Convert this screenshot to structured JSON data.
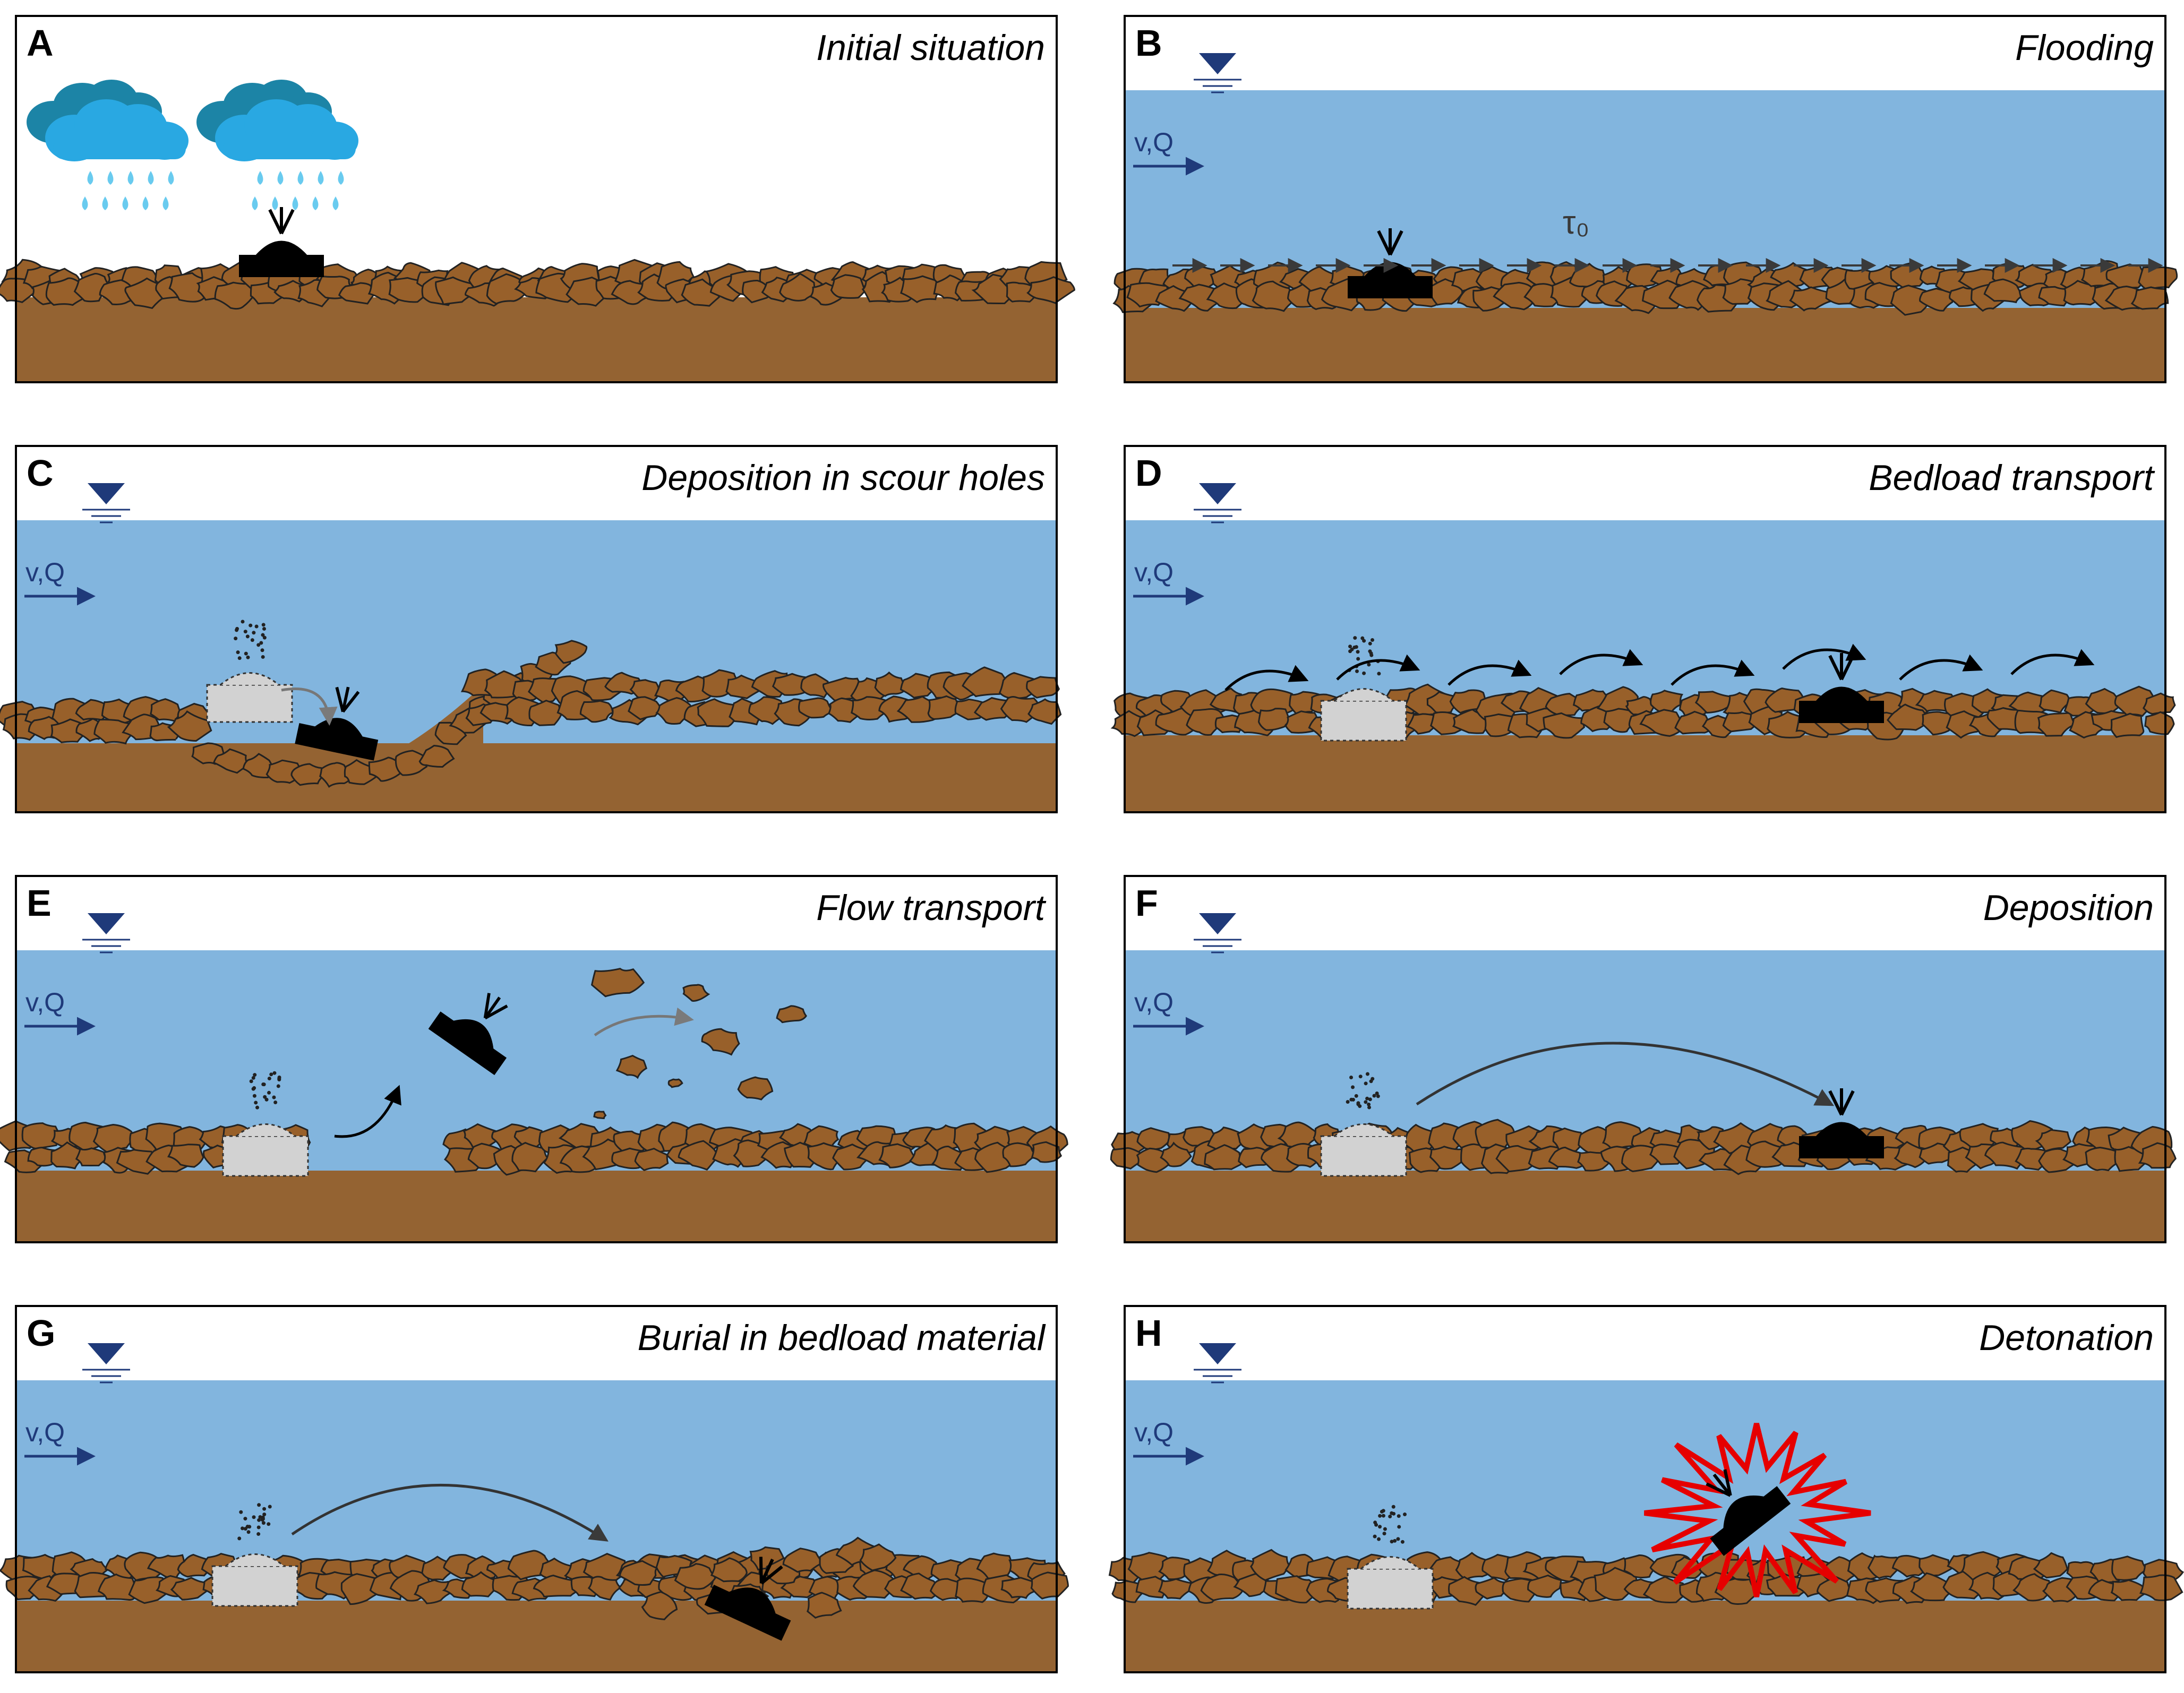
{
  "colors": {
    "water": "#82b5de",
    "soil": "#946332",
    "stone": "#98602a",
    "stone_outline": "#222222",
    "ordnance": "#000000",
    "crater": "#d2d2d2",
    "cloud_dark": "#1c84a6",
    "cloud_light": "#29a8e2",
    "rain": "#69cbef",
    "water_symbol": "#1f3a7a",
    "explosion": "#e60000"
  },
  "icons": {
    "water_level": "water-level-triangle-icon",
    "flow_arrow": "arrow-right-icon",
    "rain_cloud": "rain-cloud-icon",
    "ordnance": "unexploded-ordnance-icon",
    "explosion": "explosion-star-icon"
  },
  "panels": [
    {
      "letter": "A",
      "title": "Initial situation"
    },
    {
      "letter": "B",
      "title": "Flooding",
      "shear_label": "τ₀"
    },
    {
      "letter": "C",
      "title": "Deposition in scour holes"
    },
    {
      "letter": "D",
      "title": "Bedload transport"
    },
    {
      "letter": "E",
      "title": "Flow transport"
    },
    {
      "letter": "F",
      "title": "Deposition"
    },
    {
      "letter": "G",
      "title": "Burial in bedload material"
    },
    {
      "letter": "H",
      "title": "Detonation"
    }
  ],
  "flow_label": "v,Q"
}
